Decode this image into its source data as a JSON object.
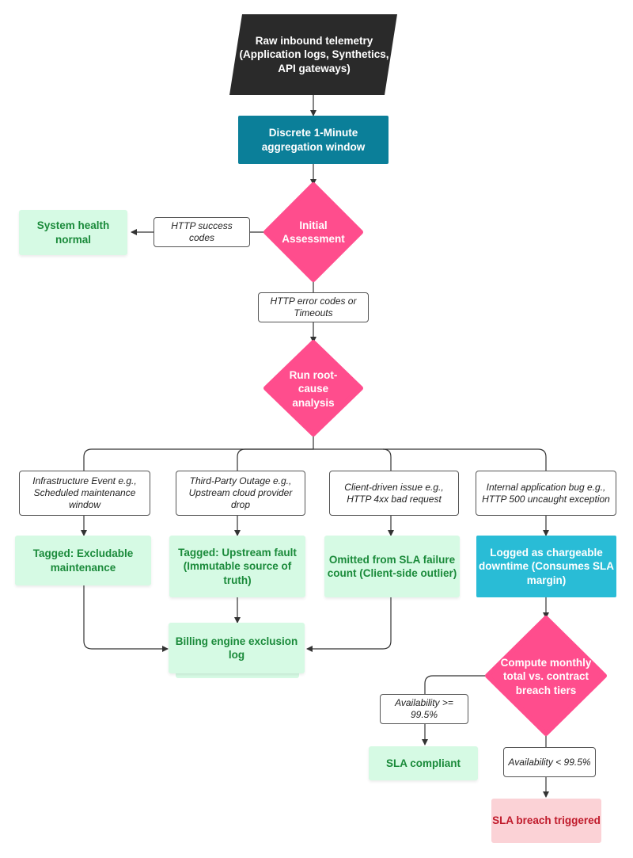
{
  "colors": {
    "start": "#2a2a2a",
    "aggregation": "#0b7f99",
    "decision": "#ff4d8d",
    "excluded": "#d6fae4",
    "chargeable": "#29bcd6",
    "breach": "#fbd2d6"
  },
  "nodes": {
    "raw_telemetry": "Raw inbound telemetry (Application logs, Synthetics, API gateways)",
    "aggregation": "Discrete 1-Minute aggregation window",
    "initial_assessment": "Initial Assessment",
    "system_health": "System health normal",
    "root_cause": "Run root-cause analysis",
    "tag_maintenance": "Tagged: Excludable maintenance",
    "tag_upstream": "Tagged: Upstream fault (Immutable source of truth)",
    "omitted": "Omitted from SLA failure count (Client-side outlier)",
    "chargeable": "Logged as chargeable downtime (Consumes SLA margin)",
    "billing_log": "Billing engine exclusion log",
    "compute_monthly": "Compute monthly total vs. contract breach tiers",
    "sla_compliant": "SLA compliant",
    "sla_breach": "SLA breach triggered"
  },
  "labels": {
    "http_success": "HTTP success codes",
    "http_error": "HTTP error codes or Timeouts",
    "infra_event": "Infrastructure Event e.g., Scheduled maintenance window",
    "third_party": "Third-Party Outage e.g., Upstream cloud provider drop",
    "client_issue": "Client-driven issue e.g., HTTP 4xx bad request",
    "internal_bug": "Internal application bug e.g., HTTP 500 uncaught exception",
    "avail_ge": "Availability >= 99.5%",
    "avail_lt": "Availability < 99.5%"
  }
}
